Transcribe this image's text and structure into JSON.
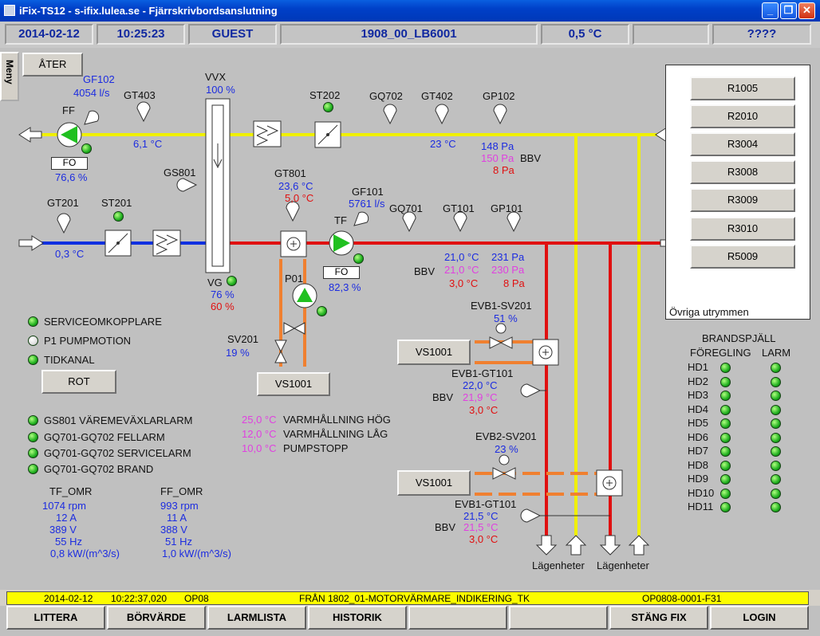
{
  "window": {
    "title": "iFix-TS12 - s-ifix.lulea.se - Fjärrskrivbordsanslutning",
    "min": "_",
    "max": "❐",
    "close": "✕"
  },
  "header": {
    "date": "2014-02-12",
    "time": "10:25:23",
    "user": "GUEST",
    "object": "1908_00_LB6001",
    "temp": "0,5 °C",
    "empty": "",
    "code": "????"
  },
  "menu_tab": "Meny",
  "ater_button": "ÅTER",
  "supply": {
    "gf102": {
      "tag": "GF102",
      "flow": "4054 l/s"
    },
    "gt403": {
      "tag": "GT403",
      "value": "6,1 °C"
    },
    "ff": {
      "tag": "FF",
      "mode": "FO",
      "speed": "76,6 %"
    },
    "vvx": {
      "tag": "VVX",
      "value": "100 %"
    },
    "st202": {
      "tag": "ST202"
    },
    "gq702": {
      "tag": "GQ702"
    },
    "gt402": {
      "tag": "GT402",
      "value": "23 °C"
    },
    "gp102": {
      "tag": "GP102",
      "v1": "148 Pa",
      "v2": "150 Pa",
      "v3": "8 Pa",
      "bbv": "BBV"
    },
    "gs801": {
      "tag": "GS801"
    },
    "gt801": {
      "tag": "GT801",
      "v1": "23,6 °C",
      "v2": "5,0 °C"
    },
    "gf101": {
      "tag": "GF101",
      "flow": "5761 l/s"
    },
    "tf": {
      "tag": "TF",
      "mode": "FO",
      "speed": "82,3 %"
    },
    "gq701": {
      "tag": "GQ701"
    },
    "gt101": {
      "tag": "GT101",
      "v1": "21,0 °C",
      "v2": "21,0 °C",
      "v3": "3,0 °C",
      "bbv": "BBV"
    },
    "gp101": {
      "tag": "GP101",
      "v1": "231 Pa",
      "v2": "230 Pa",
      "v3": "8 Pa"
    },
    "gt201": {
      "tag": "GT201",
      "value": "0,3 °C"
    },
    "st201": {
      "tag": "ST201"
    },
    "vg": {
      "tag": "VG",
      "v1": "76 %",
      "v2": "60 %"
    },
    "p01": {
      "tag": "P01"
    },
    "sv201": {
      "tag": "SV201",
      "value": "19 %"
    },
    "vs1001_a": "VS1001"
  },
  "indicators": [
    {
      "label": "SERVICEOMKOPPLARE",
      "state": "green"
    },
    {
      "label": "P1 PUMPMOTION",
      "state": "white"
    },
    {
      "label": "TIDKANAL",
      "state": "green"
    }
  ],
  "rot_button": "ROT",
  "alarms": [
    "GS801 VÄREMEVÄXLARLARM",
    "GQ701-GQ702 FELLARM",
    "GQ701-GQ702 SERVICELARM",
    "GQ701-GQ702 BRAND"
  ],
  "tf_omr": {
    "title": "TF_OMR",
    "rpm": "1074 rpm",
    "amp": "12 A",
    "volt": "389 V",
    "hz": "55 Hz",
    "kw": "0,8 kW/(m^3/s)"
  },
  "ff_omr": {
    "title": "FF_OMR",
    "rpm": "993 rpm",
    "amp": "11 A",
    "volt": "388 V",
    "hz": "51 Hz",
    "kw": "1,0 kW/(m^3/s)"
  },
  "setpoints": [
    {
      "value": "25,0 °C",
      "label": "VARMHÅLLNING HÖG"
    },
    {
      "value": "12,0 °C",
      "label": "VARMHÅLLNING LÅG"
    },
    {
      "value": "10,0 °C",
      "label": "PUMPSTOPP"
    }
  ],
  "evb1": {
    "sv": "EVB1-SV201",
    "sv_value": "51 %",
    "gt": "EVB1-GT101",
    "v1": "22,0 °C",
    "v2": "21,9 °C",
    "v3": "3,0 °C",
    "bbv": "BBV",
    "vs": "VS1001"
  },
  "evb2": {
    "sv": "EVB2-SV201",
    "sv_value": "23 %",
    "gt": "EVB1-GT101",
    "v1": "21,5 °C",
    "v2": "21,5 °C",
    "v3": "3,0 °C",
    "bbv": "BBV",
    "vs": "VS1001"
  },
  "lagenheter": [
    "Lägenheter",
    "Lägenheter"
  ],
  "rooms": {
    "buttons": [
      "R1005",
      "R2010",
      "R3004",
      "R3008",
      "R3009",
      "R3010",
      "R5009"
    ],
    "label": "Övriga utrymmen"
  },
  "brandspjall": {
    "title": "BRANDSPJÄLL",
    "col1": "FÖREGLING",
    "col2": "LARM",
    "rows": [
      "HD1",
      "HD2",
      "HD3",
      "HD4",
      "HD5",
      "HD6",
      "HD7",
      "HD8",
      "HD9",
      "HD10",
      "HD11"
    ]
  },
  "status": {
    "date": "2014-02-12",
    "time": "10:22:37,020",
    "op": "OP08",
    "msg": "FRÅN  1802_01-MOTORVÄRMARE_INDIKERING_TK",
    "id": "OP0808-0001-F31"
  },
  "bottom": [
    "LITTERA",
    "BÖRVÄRDE",
    "LARMLISTA",
    "HISTORIK",
    "",
    "",
    "STÄNG FIX",
    "LOGIN"
  ],
  "colors": {
    "supply_air": "#f0f000",
    "extract_air": "#e01010",
    "outdoor_air": "#1030e0",
    "water": "#f08030"
  }
}
